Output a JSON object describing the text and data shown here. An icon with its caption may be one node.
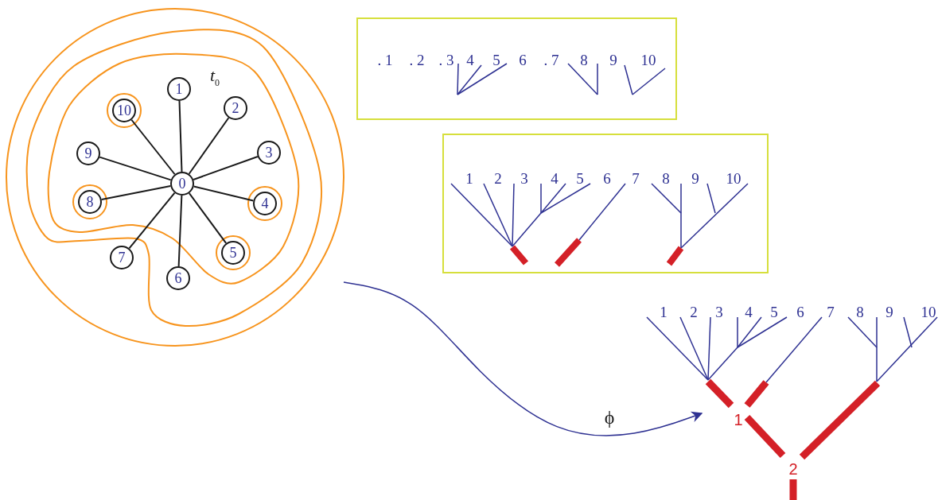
{
  "diagram": {
    "nodes": [
      {
        "text": [
          "0"
        ]
      },
      {
        "text": [
          "1"
        ]
      },
      {
        "text": [
          "2"
        ]
      },
      {
        "text": [
          "3"
        ]
      },
      {
        "text": [
          "4"
        ]
      },
      {
        "text": [
          "5"
        ]
      },
      {
        "text": [
          "6"
        ]
      },
      {
        "text": [
          "7"
        ]
      },
      {
        "text": [
          "8"
        ]
      },
      {
        "text": [
          "9"
        ]
      },
      {
        "text": [
          "10"
        ]
      },
      {
        "text": [
          ". 1",
          ". 2",
          ". 3",
          "4",
          "5",
          "6",
          ". 7",
          "8",
          "9",
          "10"
        ]
      },
      {
        "text": [
          "1",
          "2",
          "3",
          "4",
          "5",
          "6",
          "7",
          "8",
          "9",
          "10"
        ]
      },
      {
        "text": [
          "1"
        ]
      }
    ],
    "edges": [
      {
        "from": 0,
        "to": 1,
        "arrow": "none"
      },
      {
        "from": 0,
        "to": 2,
        "arrow": "none"
      },
      {
        "from": 0,
        "to": 3,
        "arrow": "none"
      },
      {
        "from": 0,
        "to": 4,
        "arrow": "none"
      },
      {
        "from": 0,
        "to": 5,
        "arrow": "none"
      },
      {
        "from": 0,
        "to": 6,
        "arrow": "none"
      },
      {
        "from": 0,
        "to": 7,
        "arrow": "none"
      },
      {
        "from": 0,
        "to": 8,
        "arrow": "none"
      },
      {
        "from": 0,
        "to": 9,
        "arrow": "none"
      },
      {
        "from": 0,
        "to": 10,
        "arrow": "none"
      },
      {
        "from": null,
        "to": 13,
        "arrow": "to",
        "label": "ϕ",
        "color": "#2e3192"
      }
    ],
    "labels": [
      "t$_{0}$",
      "1",
      "2",
      "3",
      "4",
      "5",
      "6",
      "7",
      "8",
      "9",
      "10",
      "2"
    ]
  }
}
